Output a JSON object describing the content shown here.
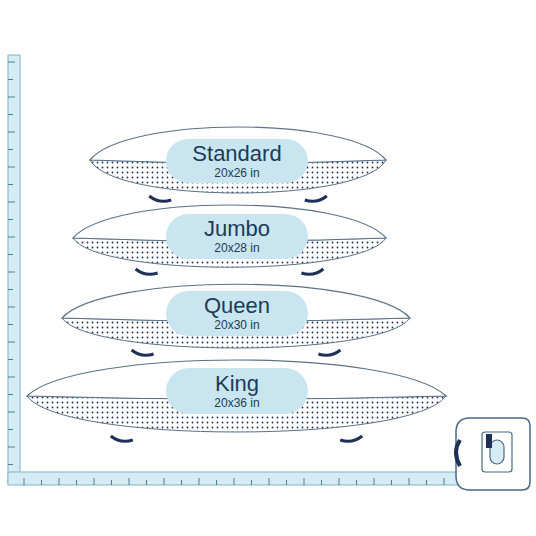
{
  "diagram": {
    "nodes": [
      {
        "text": [
          "Standard",
          "20x26 in"
        ]
      },
      {
        "text": [
          "Jumbo",
          "20x28 in"
        ]
      },
      {
        "text": [
          "Queen",
          "20x30 in"
        ]
      },
      {
        "text": [
          "King",
          "20x36 in"
        ]
      }
    ]
  }
}
